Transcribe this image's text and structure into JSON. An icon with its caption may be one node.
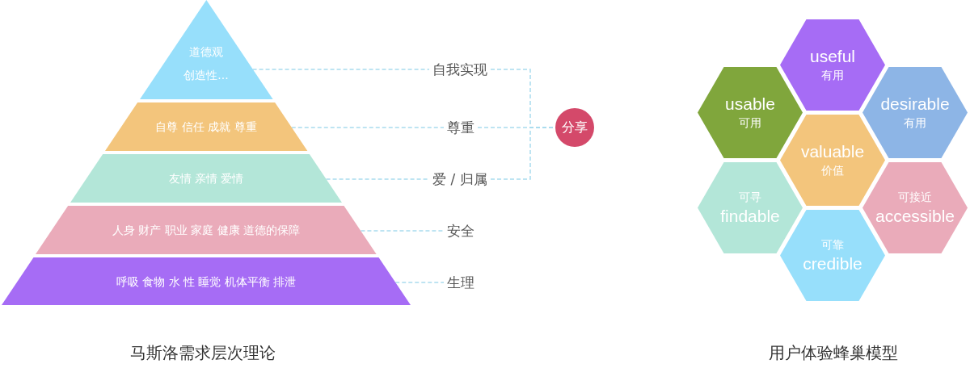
{
  "diagram": {
    "nodes": [
      {
        "text": [
          "道德观",
          "创造性..."
        ]
      },
      {
        "text": [
          "自尊 信任 成就 尊重"
        ]
      },
      {
        "text": [
          "友情 亲情 爱情"
        ]
      },
      {
        "text": [
          "人身 财产 职业 家庭 健康 道德的保障"
        ]
      },
      {
        "text": [
          "呼吸 食物 水 性 睡觉 机体平衡 排泄"
        ]
      },
      {
        "text": [
          "自我实现"
        ]
      },
      {
        "text": [
          "尊重"
        ]
      },
      {
        "text": [
          "爱 / 归属"
        ]
      },
      {
        "text": [
          "安全"
        ]
      },
      {
        "text": [
          "生理"
        ]
      },
      {
        "text": [
          "分享"
        ]
      },
      {
        "text": [
          "useful",
          "有用"
        ]
      },
      {
        "text": [
          "usable",
          "可用"
        ]
      },
      {
        "text": [
          "desirable",
          "有用"
        ]
      },
      {
        "text": [
          "valuable",
          "价值"
        ]
      },
      {
        "text": [
          "可寻",
          "findable"
        ]
      },
      {
        "text": [
          "可接近",
          "accessible"
        ]
      },
      {
        "text": [
          "可靠",
          "credible"
        ]
      }
    ],
    "edges": [
      {
        "from": 0,
        "to": 5,
        "arrow": "none",
        "style": "dashed"
      },
      {
        "from": 1,
        "to": 6,
        "arrow": "none",
        "style": "dashed"
      },
      {
        "from": 2,
        "to": 7,
        "arrow": "none",
        "style": "dashed"
      },
      {
        "from": 3,
        "to": 8,
        "arrow": "none",
        "style": "dashed"
      },
      {
        "from": 4,
        "to": 9,
        "arrow": "none",
        "style": "dashed"
      },
      {
        "from": 5,
        "to": 10,
        "arrow": "none",
        "style": "dashed"
      },
      {
        "from": 6,
        "to": 10,
        "arrow": "none",
        "style": "dashed"
      },
      {
        "from": 7,
        "to": 10,
        "arrow": "none",
        "style": "dashed"
      }
    ],
    "labels": [
      "马斯洛需求层次理论",
      "用户体验蜂巢模型"
    ]
  }
}
